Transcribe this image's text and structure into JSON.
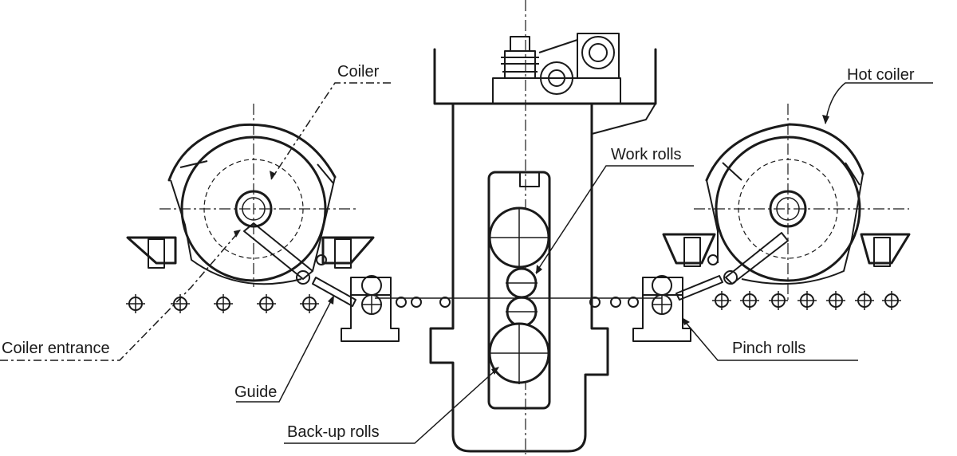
{
  "labels": {
    "coiler": "Coiler",
    "hot_coiler": "Hot coiler",
    "work_rolls": "Work rolls",
    "coiler_entrance": "Coiler entrance",
    "pinch_rolls": "Pinch rolls",
    "guide": "Guide",
    "backup_rolls": "Back-up rolls"
  }
}
